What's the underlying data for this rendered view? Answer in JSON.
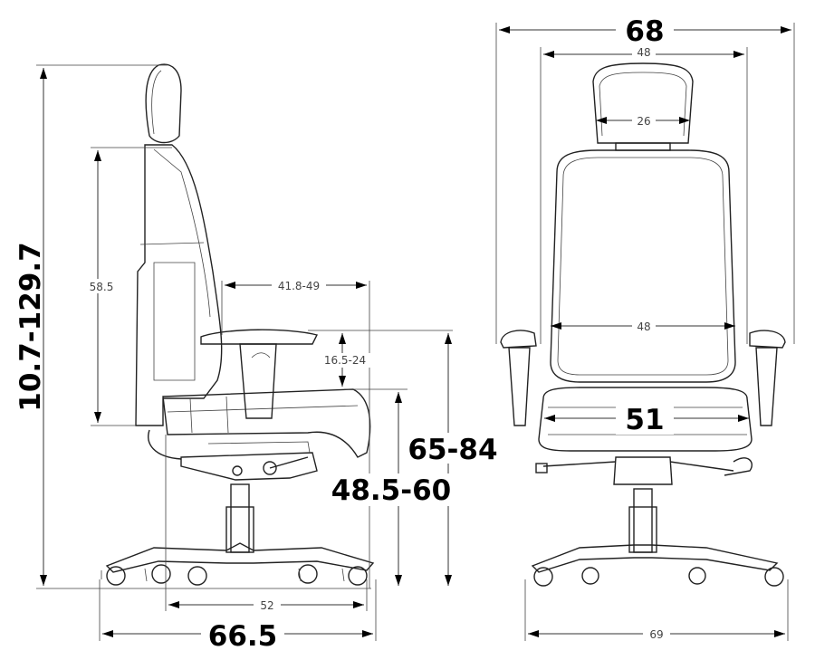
{
  "title": "Office chair dimension drawing",
  "side_view": {
    "overall_height": "10.7-129.7",
    "backrest_height": "58.5",
    "armrest_depth": "41.8-49",
    "armrest_height_above_seat": "16.5-24",
    "armrest_height_from_floor": "65-84",
    "seat_height": "48.5-60",
    "seat_depth": "52",
    "base_depth": "66.5"
  },
  "front_view": {
    "overall_width": "68",
    "outer_backrest_width": "48",
    "headrest_width": "26",
    "backrest_width": "48",
    "seat_width": "51",
    "base_width": "69"
  }
}
